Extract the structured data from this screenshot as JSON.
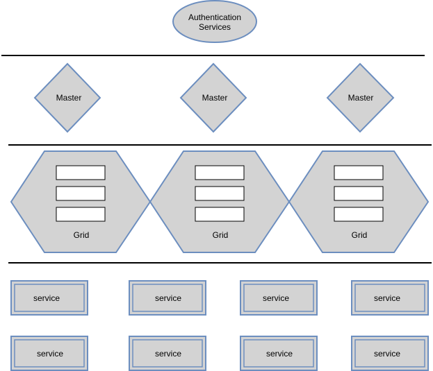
{
  "colors": {
    "shape_fill": "#d3d3d3",
    "shape_stroke": "#6c8ebf",
    "line": "#000000",
    "box_fill": "#ffffff",
    "box_stroke": "#000000"
  },
  "auth": {
    "label_line1": "Authentication",
    "label_line2": "Services"
  },
  "masters": [
    {
      "label": "Master"
    },
    {
      "label": "Master"
    },
    {
      "label": "Master"
    }
  ],
  "grids": [
    {
      "label": "Grid",
      "slots": 3
    },
    {
      "label": "Grid",
      "slots": 3
    },
    {
      "label": "Grid",
      "slots": 3
    }
  ],
  "services_row1": [
    {
      "label": "service"
    },
    {
      "label": "service"
    },
    {
      "label": "service"
    },
    {
      "label": "service"
    }
  ],
  "services_row2": [
    {
      "label": "service"
    },
    {
      "label": "service"
    },
    {
      "label": "service"
    },
    {
      "label": "service"
    }
  ]
}
